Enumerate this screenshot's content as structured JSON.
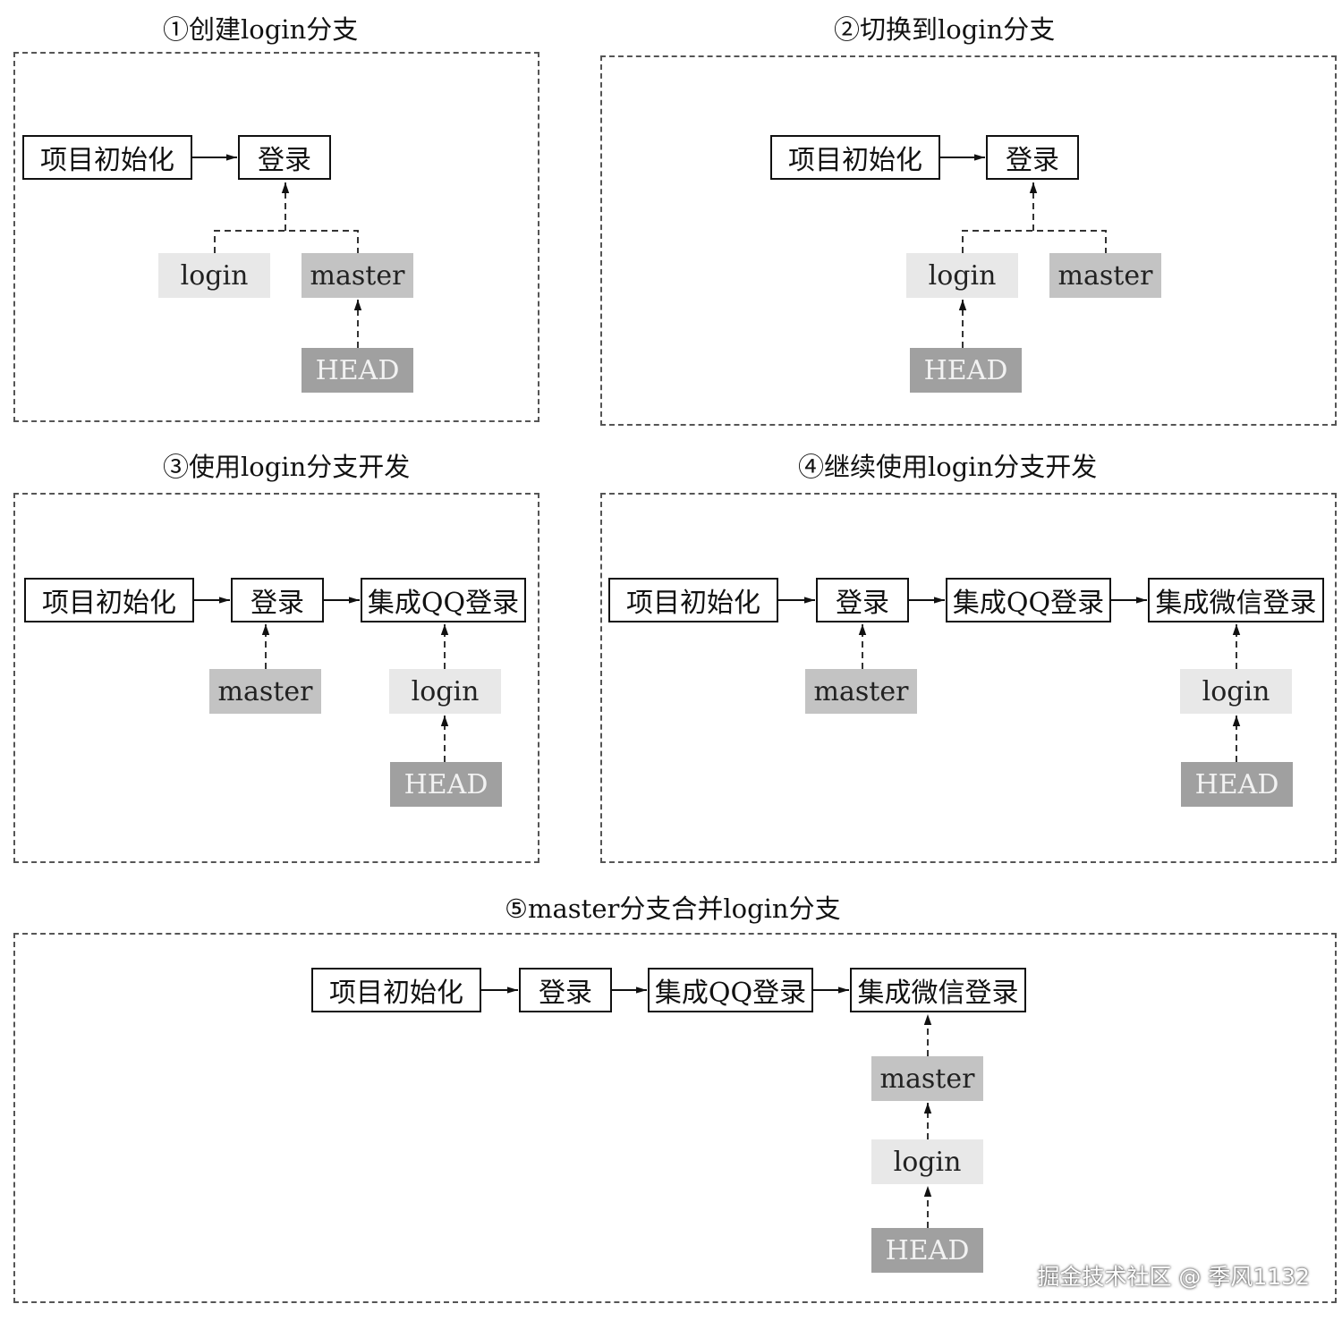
{
  "panels": [
    {
      "title": "①创建login分支"
    },
    {
      "title": "②切换到login分支"
    },
    {
      "title": "③使用login分支开发"
    },
    {
      "title": "④继续使用login分支开发"
    },
    {
      "title": "⑤master分支合并login分支"
    }
  ],
  "commits": {
    "init": "项目初始化",
    "login": "登录",
    "qq": "集成QQ登录",
    "wechat": "集成微信登录"
  },
  "branches": {
    "login": "login",
    "master": "master",
    "head": "HEAD"
  },
  "watermark": "掘金技术社区 @ 季风1132"
}
